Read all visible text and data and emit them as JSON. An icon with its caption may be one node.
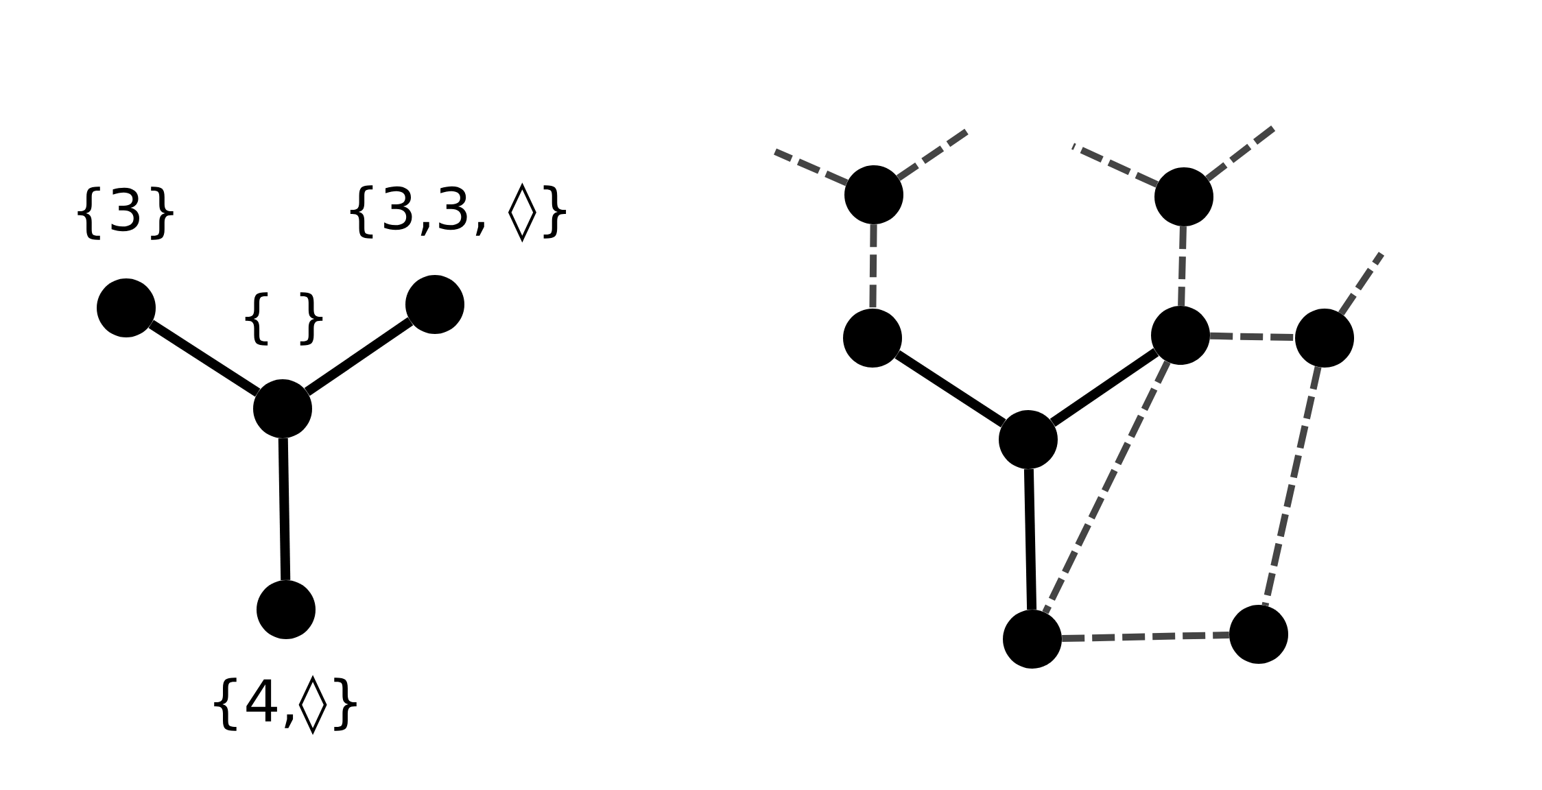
{
  "diagram": {
    "nodes": [
      {
        "text": [],
        "shape": "circle",
        "beside": [
          "{3}"
        ]
      },
      {
        "text": [],
        "shape": "circle",
        "beside": [
          "{3,3, ◊}"
        ]
      },
      {
        "text": [],
        "shape": "circle",
        "beside": [
          "{ }"
        ]
      },
      {
        "text": [],
        "shape": "circle",
        "beside": [
          "{4,◊}"
        ]
      },
      {
        "text": [],
        "shape": "circle"
      },
      {
        "text": [],
        "shape": "circle"
      },
      {
        "text": [],
        "shape": "circle"
      },
      {
        "text": [],
        "shape": "circle"
      },
      {
        "text": [],
        "shape": "circle"
      },
      {
        "text": [],
        "shape": "circle"
      },
      {
        "text": [],
        "shape": "circle"
      },
      {
        "text": [],
        "shape": "circle"
      }
    ],
    "edges": [
      {
        "from": 0,
        "to": 2,
        "arrow": "none"
      },
      {
        "from": 1,
        "to": 2,
        "arrow": "none"
      },
      {
        "from": 2,
        "to": 3,
        "arrow": "none"
      },
      {
        "from": 6,
        "to": 9,
        "arrow": "none"
      },
      {
        "from": 9,
        "to": 7,
        "arrow": "none"
      },
      {
        "from": 9,
        "to": 10,
        "arrow": "none"
      },
      {
        "from": 4,
        "to": 6,
        "arrow": "none",
        "style": "dashed",
        "color": "#444444"
      },
      {
        "from": 5,
        "to": 7,
        "arrow": "none",
        "style": "dashed",
        "color": "#444444"
      },
      {
        "from": 7,
        "to": 8,
        "arrow": "none",
        "style": "dashed",
        "color": "#444444"
      },
      {
        "from": 7,
        "to": 10,
        "arrow": "none",
        "style": "dashed",
        "color": "#444444"
      },
      {
        "from": 8,
        "to": 11,
        "arrow": "none",
        "style": "dashed",
        "color": "#444444"
      },
      {
        "from": 10,
        "to": 11,
        "arrow": "none",
        "style": "dashed",
        "color": "#444444"
      },
      {
        "from": 4,
        "to": null,
        "arrow": "none",
        "style": "dashed",
        "color": "#444444"
      },
      {
        "from": 4,
        "to": null,
        "arrow": "none",
        "style": "dashed",
        "color": "#444444"
      },
      {
        "from": 5,
        "to": null,
        "arrow": "none",
        "style": "dashed",
        "color": "#444444"
      },
      {
        "from": 5,
        "to": null,
        "arrow": "none",
        "style": "dashed",
        "color": "#444444"
      },
      {
        "from": 8,
        "to": null,
        "arrow": "none",
        "style": "dashed",
        "color": "#444444"
      }
    ]
  }
}
